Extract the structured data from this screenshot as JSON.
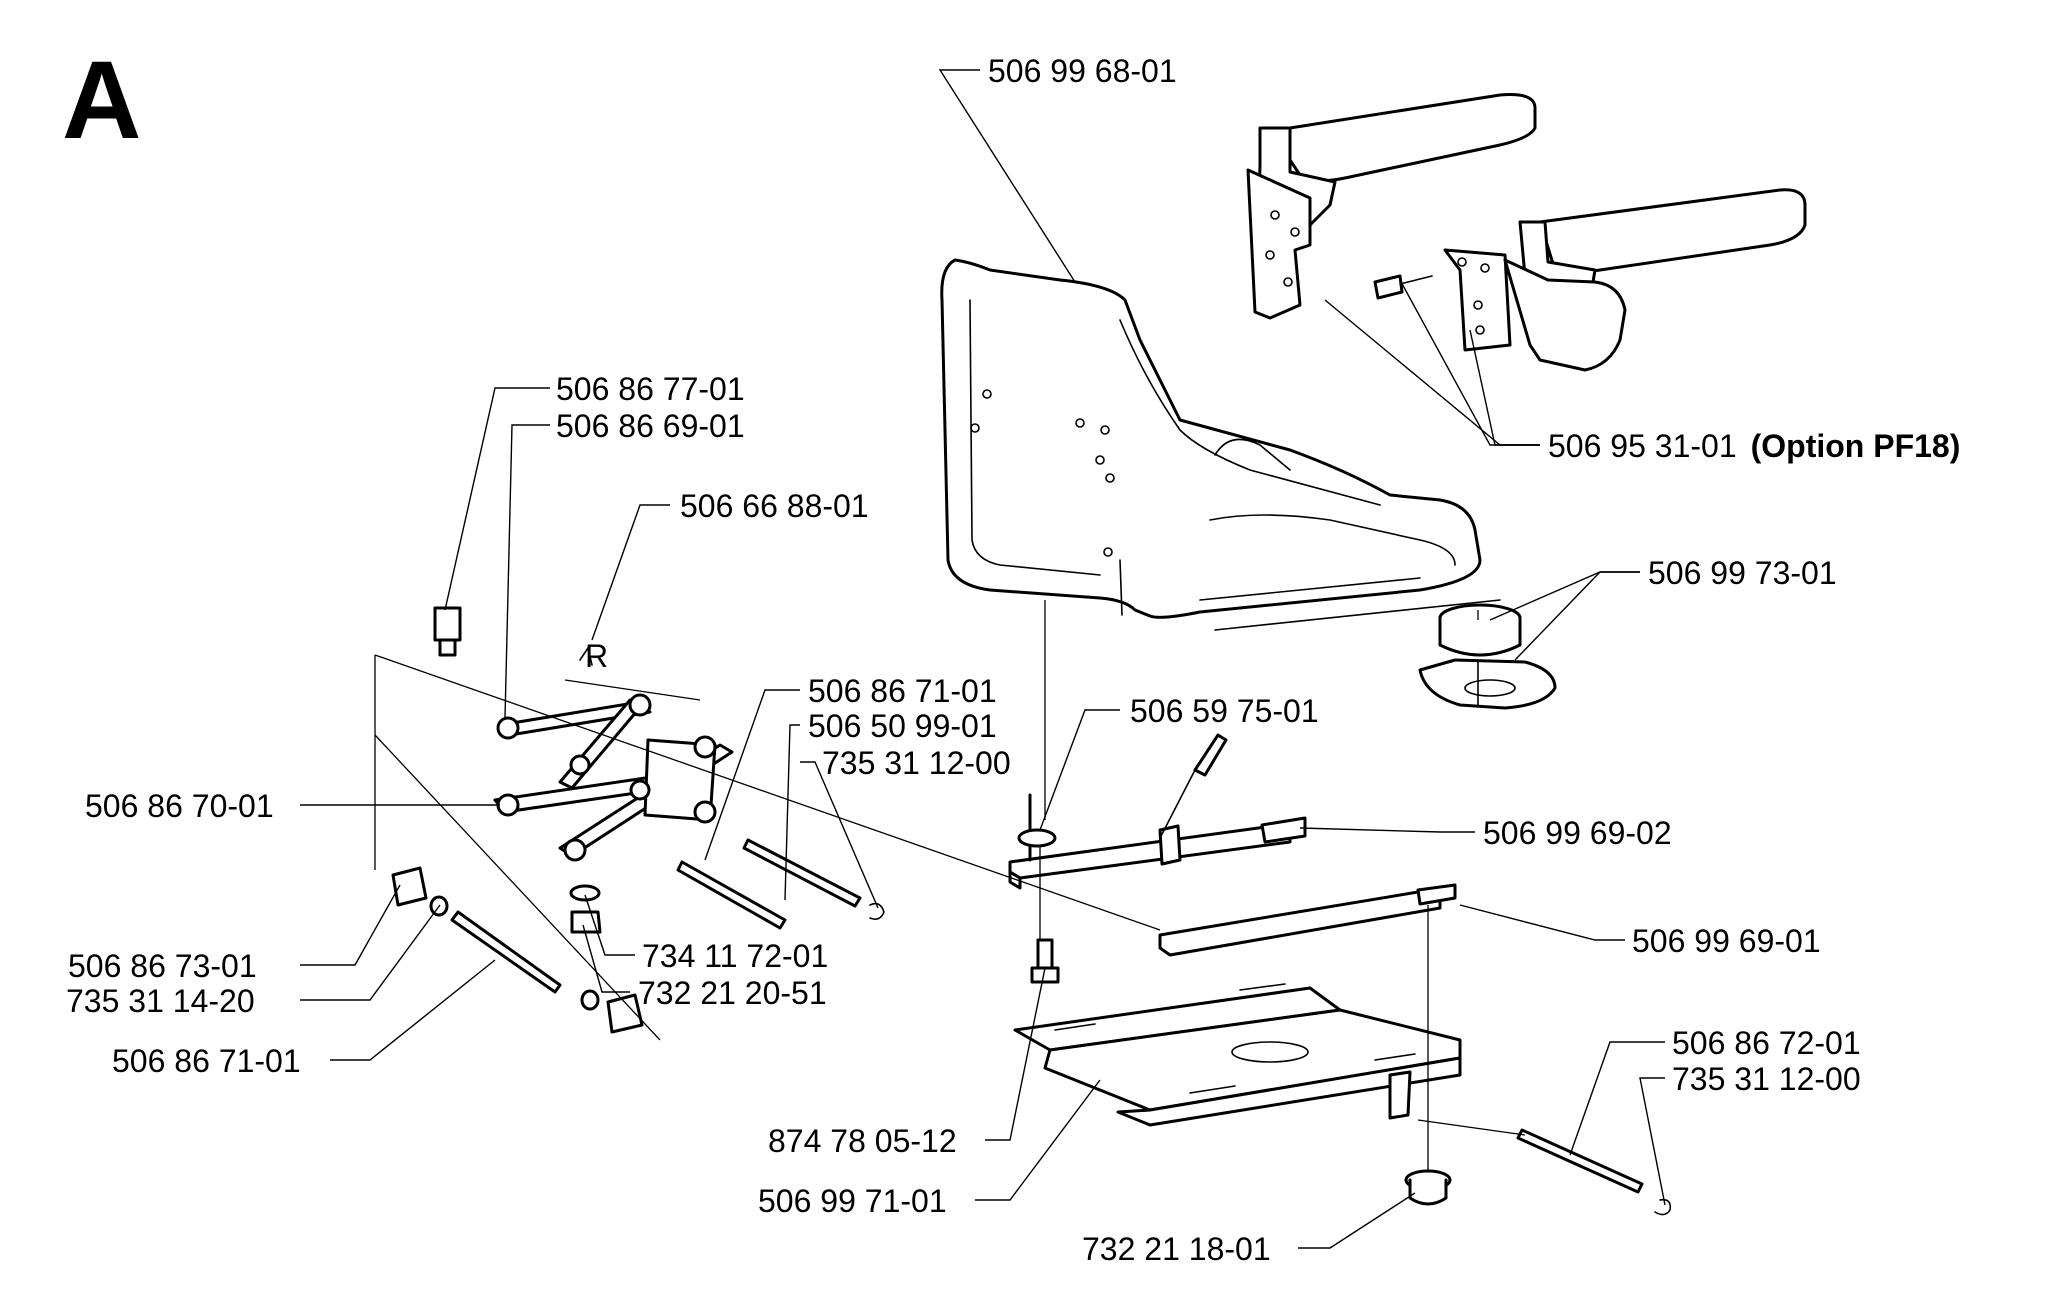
{
  "section_letter": "A",
  "callouts": {
    "seat": "506 99 68-01",
    "armrest": "506 95 31-01",
    "armrest_option": "(Option PF18)",
    "bumper": "506 99 73-01",
    "washer": "506 59 75-01",
    "rail_upper": "506 99 69-02",
    "rail_lower": "506 99 69-01",
    "screw": "874 78 05-12",
    "base_plate": "506 99 71-01",
    "flange_nut": "732 21 18-01",
    "pin_right": "506 86 72-01",
    "clip_right": "735 31 12-00",
    "knob": "506 86 77-01",
    "link": "506 86 69-01",
    "r_clip": "506 66 88-01",
    "shaft_1": "506 86 71-01",
    "shaft_2": "506 50 99-01",
    "clip_1": "735 31 12-00",
    "link_assy": "506 86 70-01",
    "spacer": "506 86 73-01",
    "lock_ring": "735 31 14-20",
    "shaft_lower": "506 86 71-01",
    "washer_small": "734 11 72-01",
    "nut_small": "732 21 20-51"
  },
  "r_mark": "R"
}
